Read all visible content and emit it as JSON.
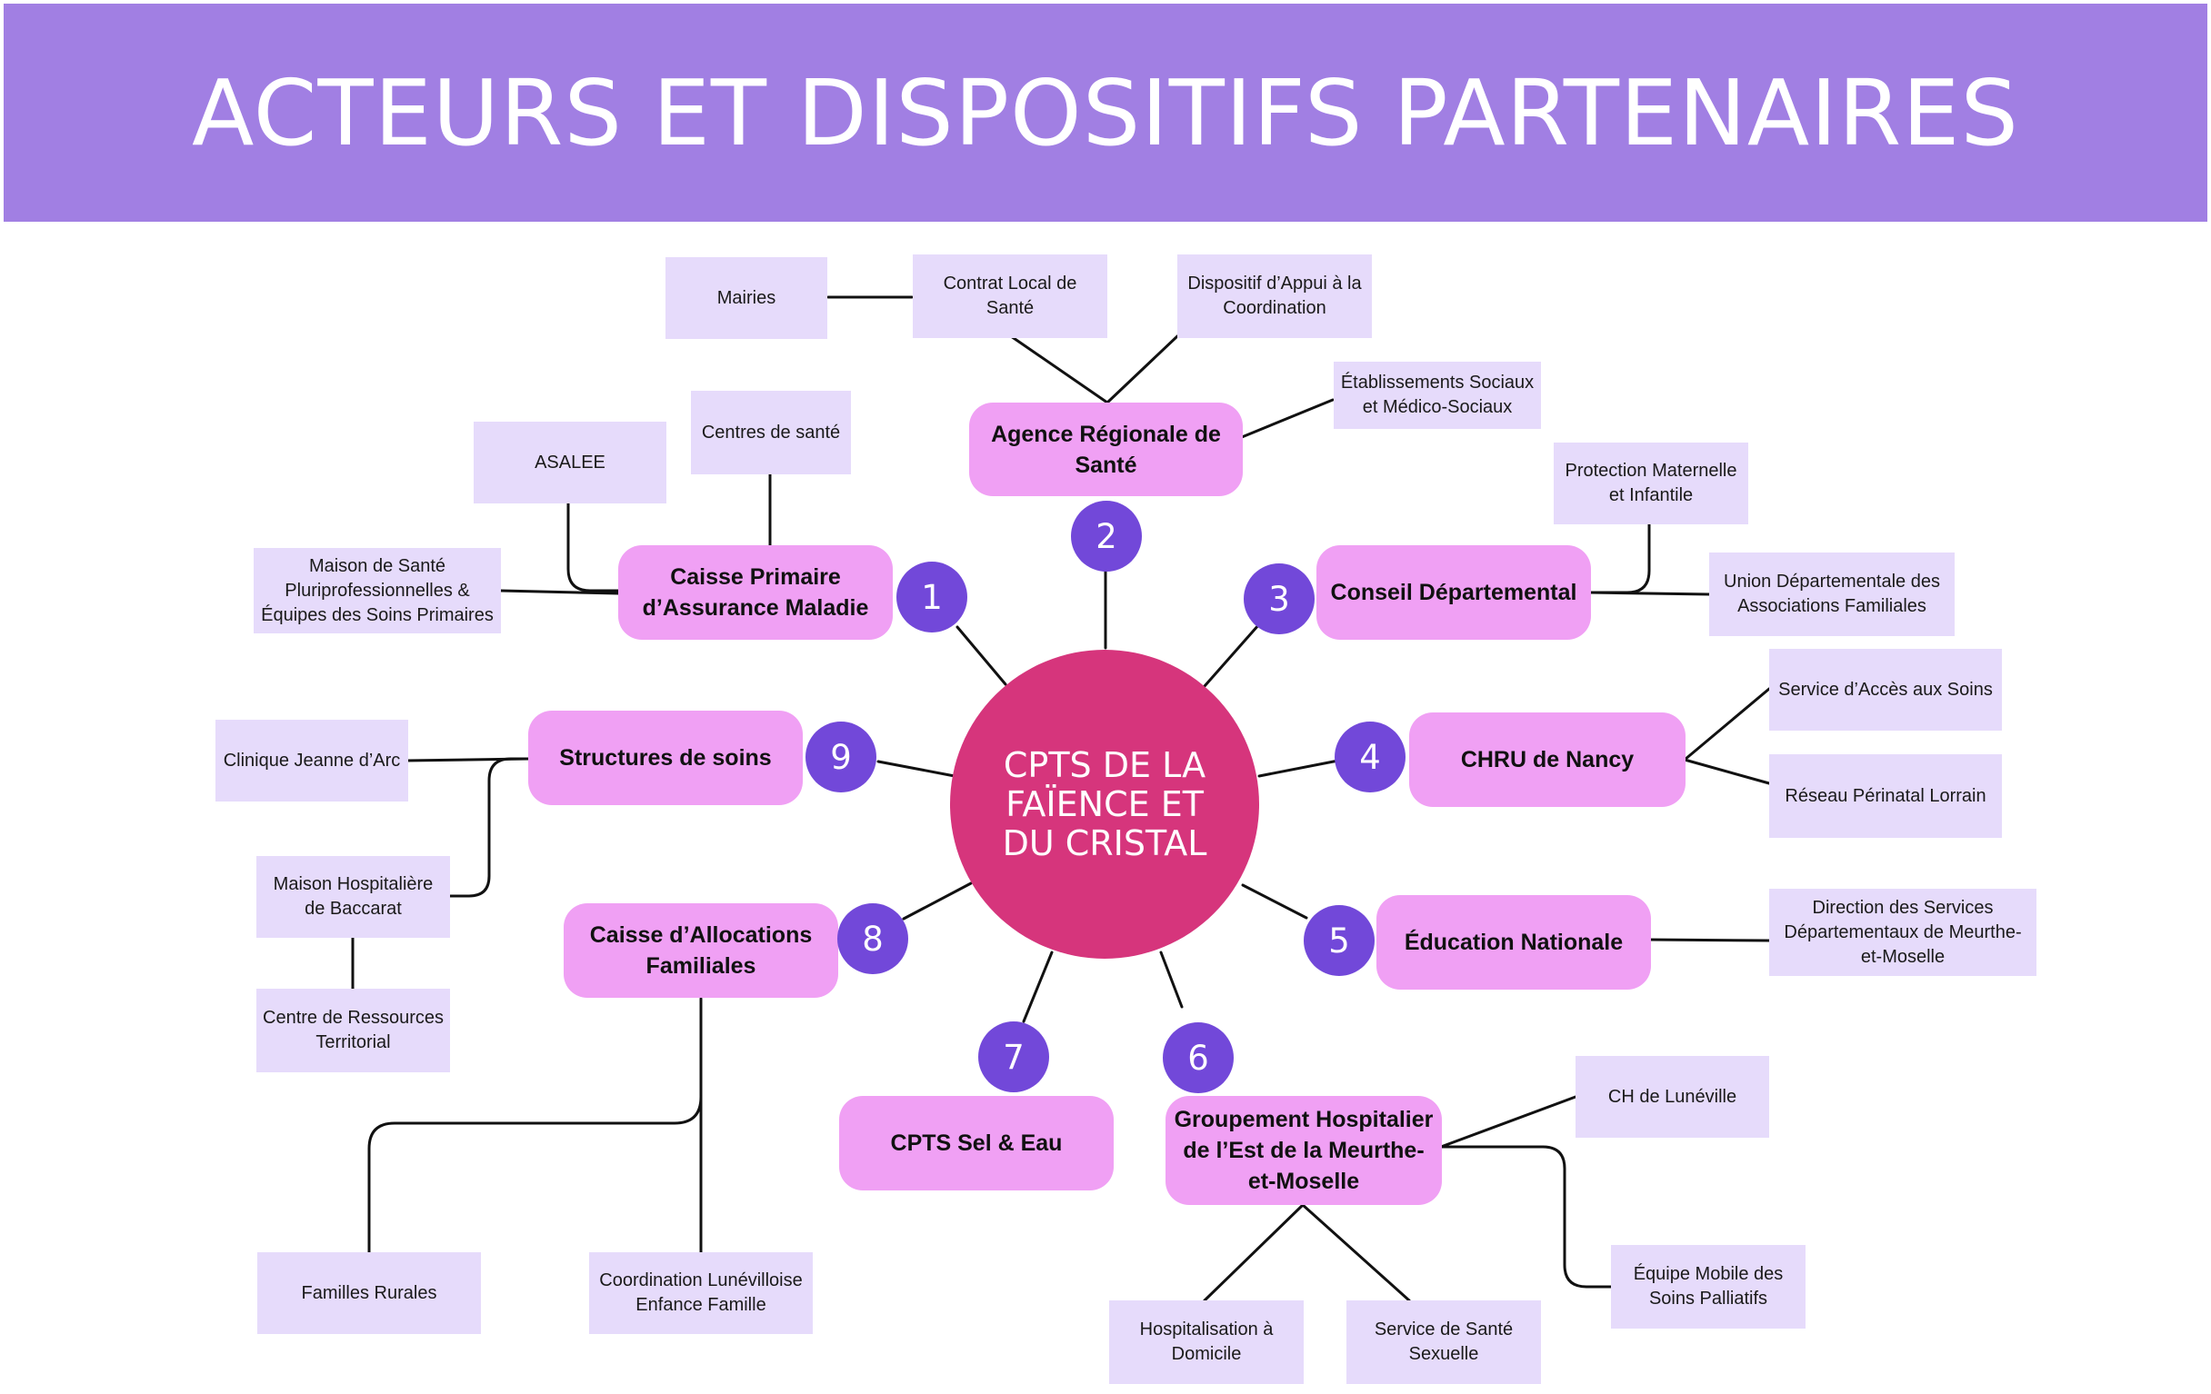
{
  "title": "ACTEURS ET DISPOSITIFS PARTENAIRES",
  "colors": {
    "header": "#a17fe3",
    "center": "#d6357c",
    "hub": "#f0a0f4",
    "number_badge": "#7248d9",
    "leaf": "#e6dbfb",
    "line": "#111111"
  },
  "center": {
    "label": "CPTS DE LA FAÏENCE ET DU CRISTAL"
  },
  "hubs": [
    {
      "number": "1",
      "label": "Caisse Primaire d’Assurance Maladie",
      "partners": [
        "ASALEE",
        "Centres de santé",
        "Maison de Santé Pluriprofessionnelles & Équipes des Soins Primaires"
      ]
    },
    {
      "number": "2",
      "label": "Agence Régionale de Santé",
      "partners": [
        "Mairies",
        "Contrat Local de Santé",
        "Dispositif d’Appui à la Coordination",
        "Établissements Sociaux et Médico-Sociaux"
      ]
    },
    {
      "number": "3",
      "label": "Conseil Départemental",
      "partners": [
        "Protection Maternelle et Infantile",
        "Union Départementale des Associations Familiales"
      ]
    },
    {
      "number": "4",
      "label": "CHRU de Nancy",
      "partners": [
        "Service d’Accès aux Soins",
        "Réseau Périnatal Lorrain"
      ]
    },
    {
      "number": "5",
      "label": "Éducation Nationale",
      "partners": [
        "Direction des Services Départementaux de Meurthe-et-Moselle"
      ]
    },
    {
      "number": "6",
      "label": "Groupement Hospitalier de l’Est de la Meurthe-et-Moselle",
      "partners": [
        "CH de Lunéville",
        "Équipe Mobile des Soins Palliatifs",
        "Hospitalisation à Domicile",
        "Service de Santé Sexuelle"
      ]
    },
    {
      "number": "7",
      "label": "CPTS Sel & Eau",
      "partners": []
    },
    {
      "number": "8",
      "label": "Caisse d’Allocations Familiales",
      "partners": [
        "Familles Rurales",
        "Coordination Lunévilloise Enfance Famille"
      ]
    },
    {
      "number": "9",
      "label": "Structures de soins",
      "partners": [
        "Clinique Jeanne d’Arc",
        "Maison Hospitalière de Baccarat",
        "Centre de Ressources Territorial"
      ]
    }
  ]
}
